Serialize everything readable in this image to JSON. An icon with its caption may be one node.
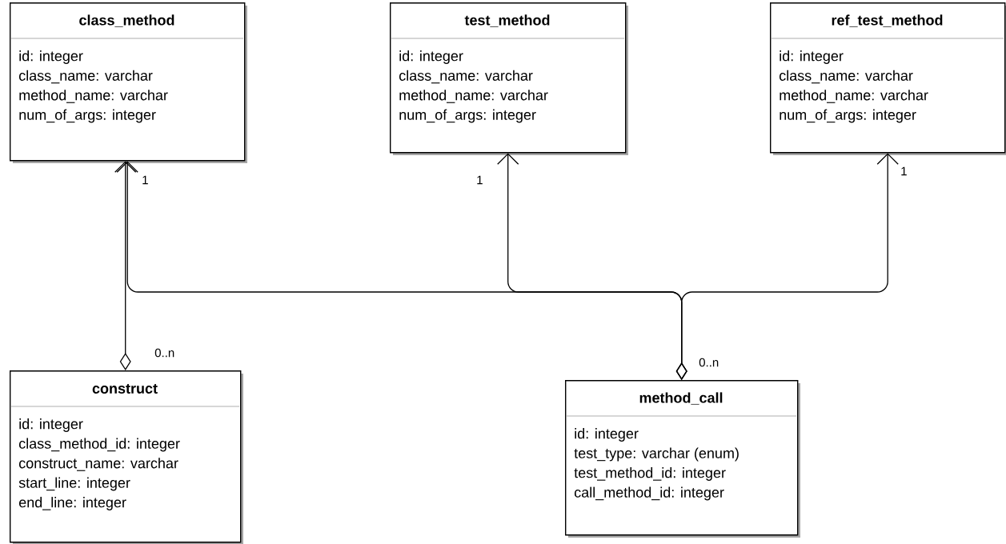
{
  "diagram": {
    "nodes": [
      {
        "text": [
          "class_method",
          "id: integer",
          "class_name: varchar",
          "method_name: varchar",
          "num_of_args: integer"
        ]
      },
      {
        "text": [
          "test_method",
          "id: integer",
          "class_name: varchar",
          "method_name: varchar",
          "num_of_args: integer"
        ]
      },
      {
        "text": [
          "ref_test_method",
          "id: integer",
          "class_name: varchar",
          "method_name: varchar",
          "num_of_args: integer"
        ]
      },
      {
        "text": [
          "construct",
          "id: integer",
          "class_method_id: integer",
          "construct_name: varchar",
          "start_line: integer",
          "end_line: integer"
        ]
      },
      {
        "text": [
          "method_call",
          "id: integer",
          "test_type: varchar (enum)",
          "test_method_id: integer",
          "call_method_id: integer"
        ]
      }
    ],
    "edges": [
      {
        "from": 3,
        "to": 0,
        "arrow": "to"
      },
      {
        "from": 4,
        "to": 0,
        "arrow": "to"
      },
      {
        "from": 4,
        "to": 1,
        "arrow": "to"
      },
      {
        "from": 4,
        "to": 2,
        "arrow": "to"
      }
    ],
    "labels": [
      "1",
      "1",
      "1",
      "0..n",
      "0..n"
    ]
  }
}
